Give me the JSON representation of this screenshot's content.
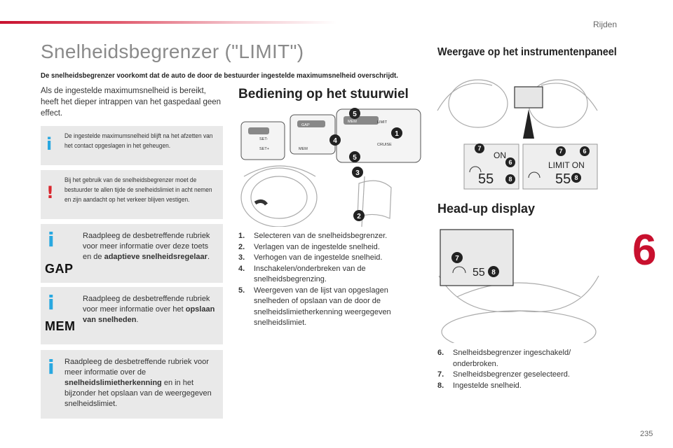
{
  "header": {
    "section": "Rijden"
  },
  "title": "Snelheidsbegrenzer (\"LIMIT\")",
  "subtitle": "De snelheidsbegrenzer voorkomt dat de auto de door de bestuurder ingestelde maximumsnelheid overschrijdt.",
  "intro": "Als de ingestelde maximumsnelheid is bereikt, heeft het dieper intrappen van het gaspedaal geen effect.",
  "notes": {
    "info1": {
      "glyph": "i",
      "text": "De ingestelde maximumsnelheid blijft na het afzetten van het contact opgeslagen in het geheugen."
    },
    "warning": {
      "glyph": "!",
      "text": "Bij het gebruik van de snelheidsbegrenzer moet de bestuurder te allen tijde de snelheidslimiet in acht nemen en zijn aandacht op het verkeer blijven vestigen."
    },
    "gap": {
      "glyph": "i",
      "badge": "GAP",
      "pre": "Raadpleeg de desbetreffende rubriek voor meer informatie over deze toets en de ",
      "bold": "adaptieve snelheidsregelaar",
      "post": "."
    },
    "mem": {
      "glyph": "i",
      "badge": "MEM",
      "pre": "Raadpleeg de desbetreffende rubriek voor meer informatie over het ",
      "bold": "opslaan van snelheden",
      "post": "."
    },
    "limit": {
      "glyph": "i",
      "pre": "Raadpleeg de desbetreffende rubriek voor meer informatie over de ",
      "bold": "snelheidslimietherkenning",
      "post": " en in het bijzonder het opslaan van de weergegeven snelheidslimiet."
    }
  },
  "bediening": {
    "heading": "Bediening op het stuurwiel",
    "items": [
      {
        "n": "1.",
        "text": "Selecteren van de snelheidsbegrenzer."
      },
      {
        "n": "2.",
        "text": "Verlagen van de ingestelde snelheid."
      },
      {
        "n": "3.",
        "text": "Verhogen van de ingestelde snelheid."
      },
      {
        "n": "4.",
        "text": "Inschakelen/onderbreken van de snelheidsbegrenzing."
      },
      {
        "n": "5.",
        "text": "Weergeven van de lijst van opgeslagen snelheden of opslaan van de door de snelheidslimietherkenning weergegeven snelheidslimiet."
      }
    ],
    "illustration": {
      "stalk_labels": [
        "GAP",
        "MEM",
        "MEM",
        "LIMIT",
        "CRUISE",
        "SET-",
        "SET+"
      ],
      "callouts": [
        "1",
        "2",
        "3",
        "4",
        "5",
        "5"
      ]
    }
  },
  "weergave": {
    "heading": "Weergave op het instrumentenpaneel",
    "display_left": {
      "status": "ON",
      "speed": "55"
    },
    "display_right": {
      "status": "LIMIT ON",
      "speed": "55"
    },
    "callouts": [
      "7",
      "6",
      "8",
      "7",
      "6",
      "8"
    ]
  },
  "hud": {
    "heading": "Head-up display",
    "speed": "55",
    "callouts": [
      "7",
      "8"
    ],
    "items": [
      {
        "n": "6.",
        "text": "Snelheidsbegrenzer ingeschakeld/ onderbroken."
      },
      {
        "n": "7.",
        "text": "Snelheidsbegrenzer geselecteerd."
      },
      {
        "n": "8.",
        "text": "Ingestelde snelheid."
      }
    ]
  },
  "chapter": "6",
  "page": "235",
  "colors": {
    "accent": "#c8102e",
    "info": "#29a8e0",
    "warning": "#d9272e",
    "note_bg": "#e9e9e9"
  }
}
